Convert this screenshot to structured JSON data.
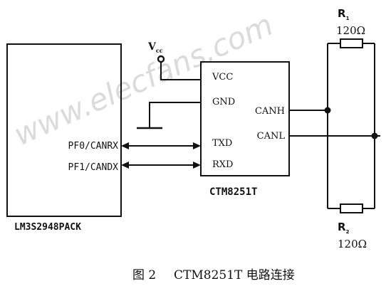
{
  "mcu": {
    "name": "LM3S2948PACK",
    "pins": {
      "canrx": "PF0/CANRX",
      "candx": "PF1/CANDX"
    }
  },
  "transceiver": {
    "name": "CTM8251T",
    "pins": {
      "vcc": "VCC",
      "gnd": "GND",
      "txd": "TXD",
      "rxd": "RXD",
      "canh": "CANH",
      "canl": "CANL"
    }
  },
  "supply": {
    "label": "V",
    "subscript": "cc"
  },
  "resistors": [
    {
      "label": "R",
      "subscript": "1",
      "value": "120Ω"
    },
    {
      "label": "R",
      "subscript": "2",
      "value": "120Ω"
    }
  ],
  "watermark": "www.elecfans.com",
  "caption": {
    "figure": "图 2",
    "text": "CTM8251T 电路连接"
  }
}
